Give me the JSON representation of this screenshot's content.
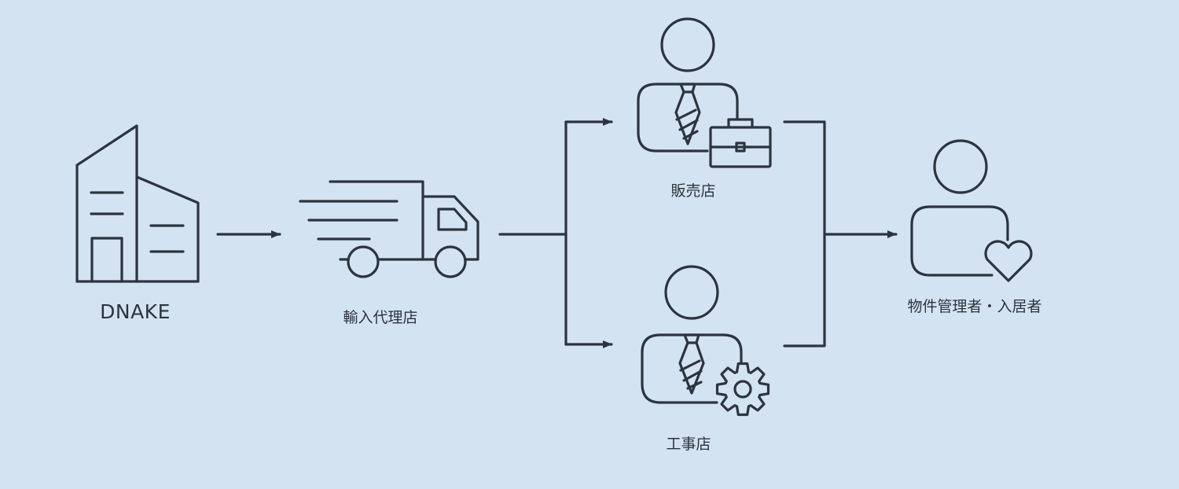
{
  "nodes": {
    "manufacturer": {
      "label": "DNAKE",
      "icon": "building-icon"
    },
    "importer": {
      "label": "輸入代理店",
      "icon": "delivery-truck-icon"
    },
    "dealer": {
      "label": "販売店",
      "icon": "businessman-briefcase-icon"
    },
    "installer": {
      "label": "工事店",
      "icon": "businessman-gear-icon"
    },
    "end_user": {
      "label": "物件管理者・入居者",
      "icon": "person-heart-icon"
    }
  },
  "colors": {
    "background": "#d4e3f1",
    "stroke": "#2b3440",
    "text": "#2b3440"
  }
}
